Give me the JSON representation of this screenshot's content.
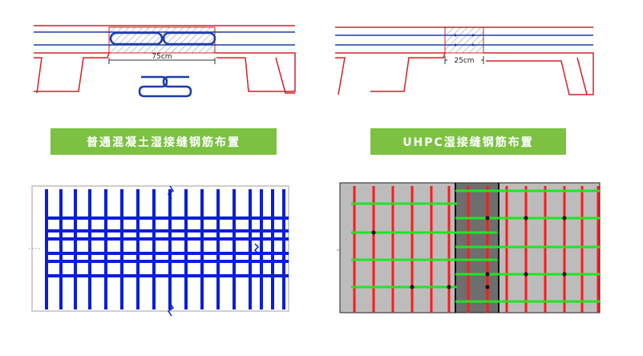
{
  "left_section": {
    "dimension": "75cm",
    "label": "普通混凝土湿接缝钢筋布置"
  },
  "right_section": {
    "dimension": "25cm",
    "label": "UHPC湿接缝钢筋布置"
  },
  "colors": {
    "concrete_red": "#d62027",
    "rebar_blue": "#1c3ea8",
    "label_green": "#7cc142",
    "plan_blue": "#0a1fd6",
    "grid_red": "#ff1a1a",
    "grid_green": "#22e322",
    "slab_grey": "#bcbcbc",
    "joint_grey": "#6e6e6e"
  }
}
